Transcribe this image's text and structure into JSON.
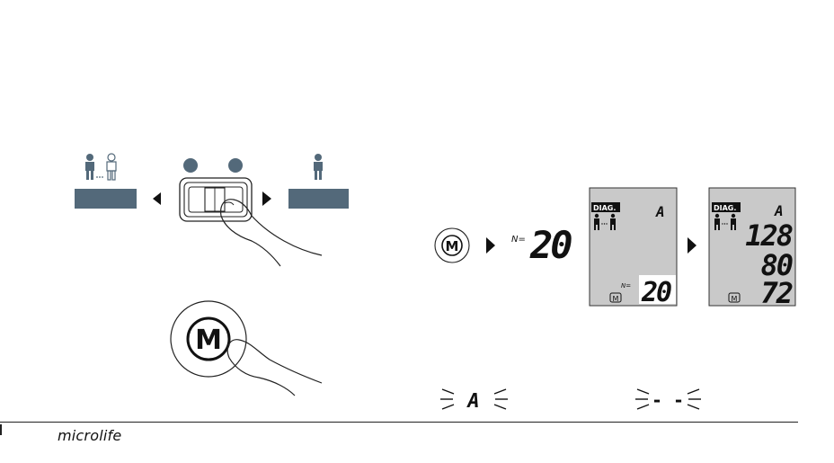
{
  "footer": {
    "brand": "microlife"
  },
  "lcd_flow": {
    "start_count_prefix": "N=",
    "start_count": "20",
    "screen1": {
      "tag": "DIAG.",
      "user": "A",
      "count_prefix": "N=",
      "count": "20",
      "memory_icon": "M"
    },
    "screen2": {
      "tag": "DIAG.",
      "user": "A",
      "systolic": "128",
      "diastolic": "80",
      "pulse": "72",
      "memory_icon": "M"
    }
  },
  "blink_displays": [
    {
      "value": "A"
    },
    {
      "value": "- -"
    }
  ],
  "switch_diagram": {
    "left_mode_icon": "two-users-icon",
    "right_mode_icon": "single-user-icon",
    "button_letter": "M"
  },
  "colors": {
    "slate": "#53697a",
    "lcd_gray": "#c9c9c9",
    "ink": "#111111"
  }
}
